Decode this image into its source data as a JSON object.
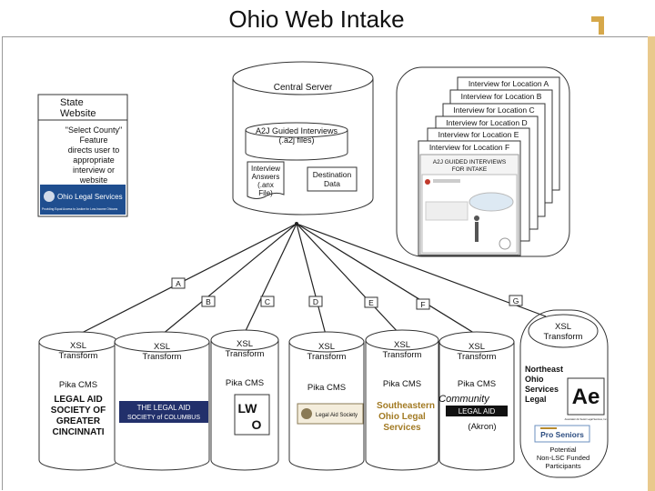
{
  "title": "Ohio Web Intake",
  "state_website": {
    "title_lines": [
      "State",
      "Website"
    ],
    "desc_lines": [
      "\"Select County\"",
      "Feature",
      "directs user to",
      "appropriate",
      "interview or",
      "website"
    ],
    "logo_text": "Ohio Legal Services",
    "logo_tagline": "Providing Equal Access to Justice for Low-Income Ohioans"
  },
  "server": {
    "label": "Central Server",
    "guided_lines": [
      "A2J Guided Interviews",
      "(.a2j files)"
    ],
    "answers_lines": [
      "Interview",
      "Answers",
      "(.anx",
      "File)"
    ],
    "dest_lines": [
      "Destination",
      "Data"
    ]
  },
  "interview_stack": {
    "locations": [
      "Interview for Location A",
      "Interview for Location B",
      "Interview for Location C",
      "Interview for Location D",
      "Interview for Location E",
      "Interview for Location F"
    ],
    "front_lines": [
      "A2J GUIDED INTERVIEWS",
      "FOR INTAKE"
    ]
  },
  "branch_letters": [
    "A",
    "B",
    "C",
    "D",
    "E",
    "F",
    "G"
  ],
  "transform_lines": [
    "XSL",
    "Transform"
  ],
  "cms_label": "Pika CMS",
  "orgs": [
    {
      "lines": [
        "LEGAL AID",
        "SOCIETY OF",
        "GREATER",
        "CINCINNATI"
      ]
    },
    {
      "lines": [
        "THE LEGAL AID",
        "SOCIETY of COLUMBUS"
      ]
    },
    {
      "lines": [
        "LW",
        "O"
      ]
    },
    {
      "lines": [
        "Legal Aid Society"
      ]
    },
    {
      "lines": [
        "Southeastern",
        "Ohio Legal",
        "Services"
      ]
    },
    {
      "lines": [
        "Community",
        "LEGAL AID",
        "(Akron)"
      ]
    }
  ],
  "northeast": {
    "lines": [
      "Northeast",
      "Ohio",
      "Services",
      "Legal"
    ],
    "logo_text": "Ae",
    "logo_caption": "Association for Senior Legal Services, Inc.",
    "pro_seniors": "Pro Seniors",
    "footer_lines": [
      "Potential",
      "Non-LSC Funded",
      "Participants"
    ]
  },
  "colors": {
    "accent": "#d6a84a",
    "ols_blue": "#1f4e8f",
    "columbus_navy": "#22306b",
    "southeastern_gold": "#a27a23"
  }
}
